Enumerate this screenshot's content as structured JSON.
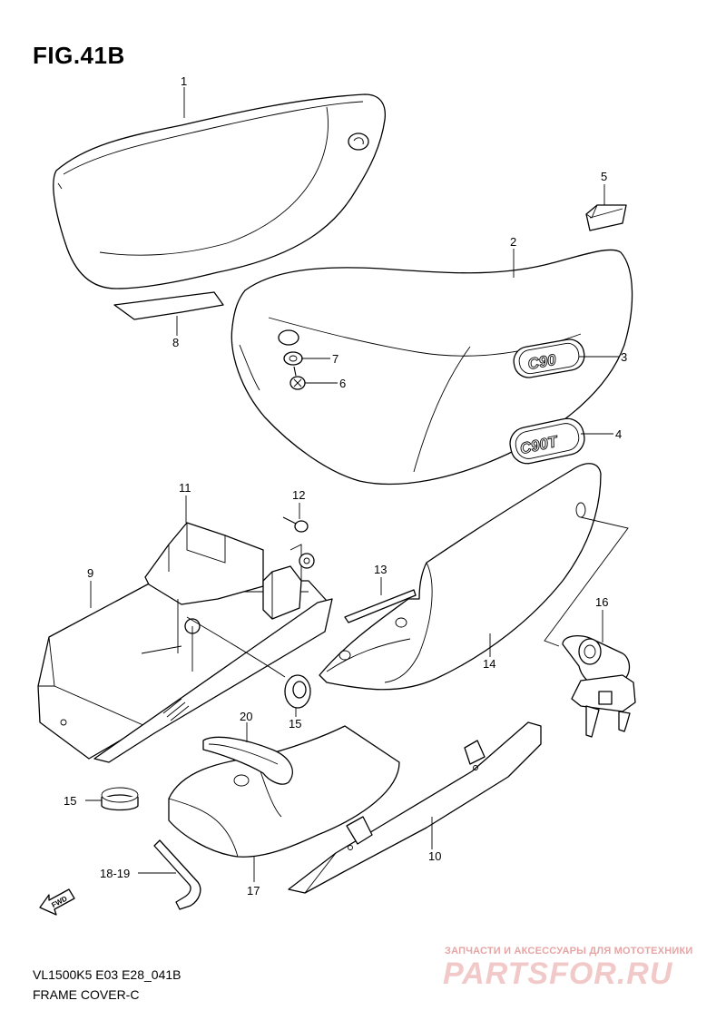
{
  "figure": {
    "title": "FIG.41B",
    "model_code": "VL1500K5 E03 E28_041B",
    "caption": "FRAME COVER-C"
  },
  "watermark": {
    "tagline": "ЗАПЧАСТИ И АКСЕССУАРЫ ДЛЯ МОТОТЕХНИКИ",
    "brand": "PARTSFOR.RU"
  },
  "emblems": {
    "emblem_3_text": "C90",
    "emblem_4_text": "C90T"
  },
  "direction_badge": "FWD",
  "callouts": [
    {
      "id": "c1",
      "label": "1"
    },
    {
      "id": "c2",
      "label": "2"
    },
    {
      "id": "c3",
      "label": "3"
    },
    {
      "id": "c4",
      "label": "4"
    },
    {
      "id": "c5",
      "label": "5"
    },
    {
      "id": "c6",
      "label": "6"
    },
    {
      "id": "c7",
      "label": "7"
    },
    {
      "id": "c8",
      "label": "8"
    },
    {
      "id": "c9",
      "label": "9"
    },
    {
      "id": "c10",
      "label": "10"
    },
    {
      "id": "c11",
      "label": "11"
    },
    {
      "id": "c12",
      "label": "12"
    },
    {
      "id": "c13",
      "label": "13"
    },
    {
      "id": "c14",
      "label": "14"
    },
    {
      "id": "c15a",
      "label": "15"
    },
    {
      "id": "c15b",
      "label": "15"
    },
    {
      "id": "c16",
      "label": "16"
    },
    {
      "id": "c17",
      "label": "17"
    },
    {
      "id": "c18_19",
      "label": "18-19"
    },
    {
      "id": "c20",
      "label": "20"
    }
  ]
}
